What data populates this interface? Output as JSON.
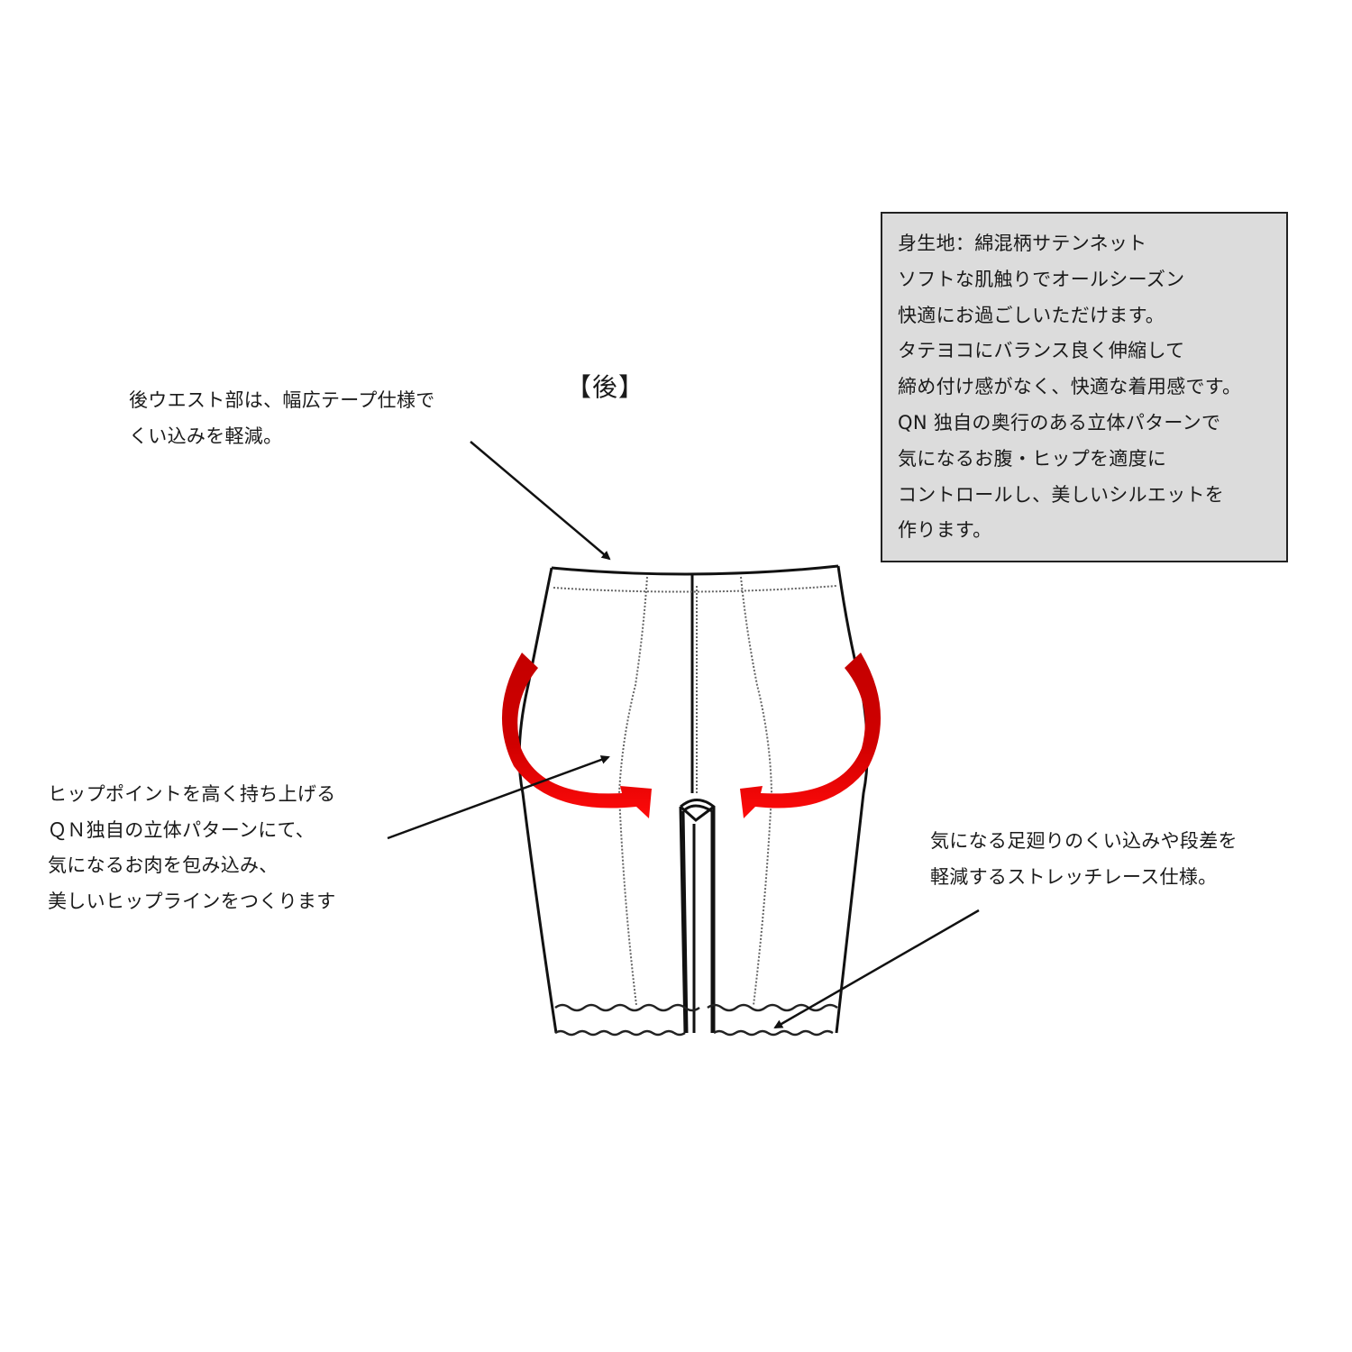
{
  "diagram": {
    "view_title": "【後】",
    "info_box": {
      "lines": [
        "身生地：綿混柄サテンネット",
        "ソフトな肌触りでオールシーズン",
        "快適にお過ごしいただけます。",
        "タテヨコにバランス良く伸縮して",
        "締め付け感がなく、快適な着用感です。",
        "QN 独自の奥行のある立体パターンで",
        "気になるお腹・ヒップを適度に",
        "コントロールし、美しいシルエットを",
        "作ります。"
      ],
      "background": "#dcdcdc"
    },
    "callouts": {
      "waist": [
        "後ウエスト部は、幅広テープ仕様で",
        "くい込みを軽減。"
      ],
      "hip": [
        "ヒップポイントを高く持ち上げる",
        "ＱＮ独自の立体パターンにて、",
        "気になるお肉を包み込み、",
        "美しいヒップラインをつくります"
      ],
      "hem": [
        "気になる足廻りのくい込みや段差を",
        "軽減するストレッチレース仕様。"
      ]
    },
    "icons": {
      "lift_arrows": "curved-red-arrow",
      "pointer_arrows": "black-leader-arrow"
    },
    "colors": {
      "arrow_dark_red": "#c80000",
      "arrow_red": "#ff0000",
      "outline": "#111111",
      "stitch": "#777777"
    }
  }
}
